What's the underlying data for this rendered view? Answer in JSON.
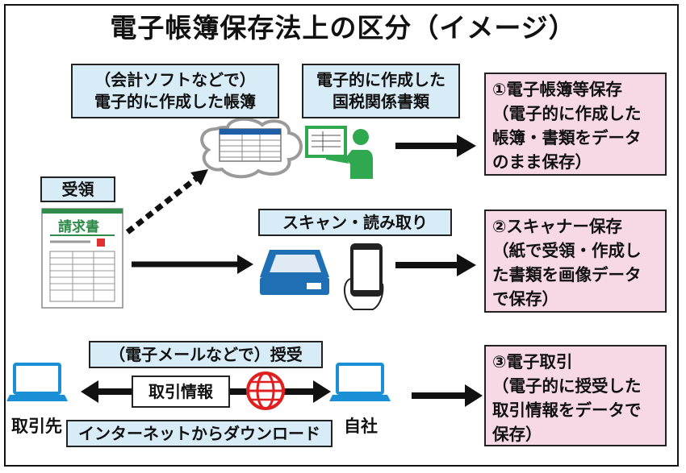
{
  "title": "電子帳簿保存法上の区分（イメージ）",
  "labels": {
    "accounting_software": "（会計ソフトなどで）\n電子的に作成した帳簿",
    "electronic_docs": "電子的に作成した\n国税関係書類",
    "received": "受領",
    "invoice": "請求書",
    "scan_read": "スキャン・読み取り",
    "email_exchange": "（電子メールなどで）授受",
    "transaction_info": "取引情報",
    "internet_download": "インターネットからダウンロード",
    "counterparty": "取引先",
    "own_company": "自社"
  },
  "categories": [
    {
      "text": "①電子帳簿等保存\n（電子的に作成した\n帳簿・書類をデータ\nのまま保存）"
    },
    {
      "text": "②スキャナー保存\n（紙で受領・作成し\nた書類を画像データ\nで保存）"
    },
    {
      "text": "③電子取引\n（電子的に授受した\n取引情報をデータで\n保存）"
    }
  ],
  "colors": {
    "blue_box": "#d7ecf7",
    "pink_box": "#f7d9e6",
    "scanner": "#1f6fb5",
    "person": "#2fa84f",
    "globe": "#e02020"
  },
  "icons": [
    "cloud-icon",
    "presenter-icon",
    "invoice-icon",
    "scanner-icon",
    "smartphone-icon",
    "laptop-icon",
    "globe-icon"
  ]
}
